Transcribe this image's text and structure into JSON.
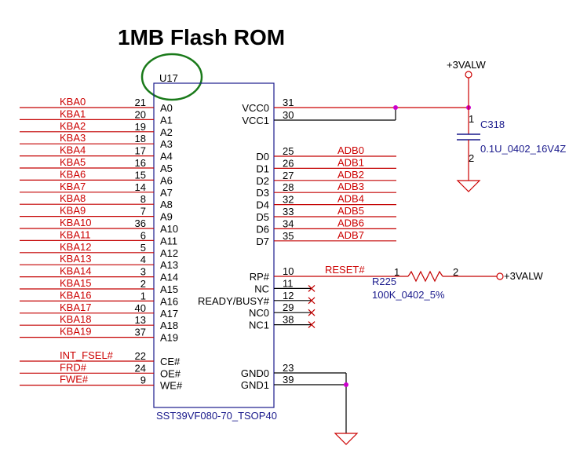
{
  "title": "1MB Flash ROM",
  "chip": {
    "ref": "U17",
    "part": "SST39VF080-70_TSOP40",
    "left_pins": [
      {
        "num": "21",
        "name": "A0",
        "net": "KBA0"
      },
      {
        "num": "20",
        "name": "A1",
        "net": "KBA1"
      },
      {
        "num": "19",
        "name": "A2",
        "net": "KBA2"
      },
      {
        "num": "18",
        "name": "A3",
        "net": "KBA3"
      },
      {
        "num": "17",
        "name": "A4",
        "net": "KBA4"
      },
      {
        "num": "16",
        "name": "A5",
        "net": "KBA5"
      },
      {
        "num": "15",
        "name": "A6",
        "net": "KBA6"
      },
      {
        "num": "14",
        "name": "A7",
        "net": "KBA7"
      },
      {
        "num": "8",
        "name": "A8",
        "net": "KBA8"
      },
      {
        "num": "7",
        "name": "A9",
        "net": "KBA9"
      },
      {
        "num": "36",
        "name": "A10",
        "net": "KBA10"
      },
      {
        "num": "6",
        "name": "A11",
        "net": "KBA11"
      },
      {
        "num": "5",
        "name": "A12",
        "net": "KBA12"
      },
      {
        "num": "4",
        "name": "A13",
        "net": "KBA13"
      },
      {
        "num": "3",
        "name": "A14",
        "net": "KBA14"
      },
      {
        "num": "2",
        "name": "A15",
        "net": "KBA15"
      },
      {
        "num": "1",
        "name": "A16",
        "net": "KBA16"
      },
      {
        "num": "40",
        "name": "A17",
        "net": "KBA17"
      },
      {
        "num": "13",
        "name": "A18",
        "net": "KBA18"
      },
      {
        "num": "37",
        "name": "A19",
        "net": "KBA19"
      }
    ],
    "control_pins": [
      {
        "num": "22",
        "name": "CE#",
        "net": "INT_FSEL#"
      },
      {
        "num": "24",
        "name": "OE#",
        "net": "FRD#"
      },
      {
        "num": "9",
        "name": "WE#",
        "net": "FWE#"
      }
    ],
    "power_pins": [
      {
        "num": "31",
        "name": "VCC0"
      },
      {
        "num": "30",
        "name": "VCC1"
      }
    ],
    "data_pins": [
      {
        "num": "25",
        "name": "D0",
        "net": "ADB0"
      },
      {
        "num": "26",
        "name": "D1",
        "net": "ADB1"
      },
      {
        "num": "27",
        "name": "D2",
        "net": "ADB2"
      },
      {
        "num": "28",
        "name": "D3",
        "net": "ADB3"
      },
      {
        "num": "32",
        "name": "D4",
        "net": "ADB4"
      },
      {
        "num": "33",
        "name": "D5",
        "net": "ADB5"
      },
      {
        "num": "34",
        "name": "D6",
        "net": "ADB6"
      },
      {
        "num": "35",
        "name": "D7",
        "net": "ADB7"
      }
    ],
    "misc_pins": [
      {
        "num": "10",
        "name": "RP#",
        "net": "RESET#"
      },
      {
        "num": "11",
        "name": "NC"
      },
      {
        "num": "12",
        "name": "READY/BUSY#"
      },
      {
        "num": "29",
        "name": "NC0"
      },
      {
        "num": "38",
        "name": "NC1"
      }
    ],
    "gnd_pins": [
      {
        "num": "23",
        "name": "GND0"
      },
      {
        "num": "39",
        "name": "GND1"
      }
    ]
  },
  "power_net": "+3VALW",
  "capacitor": {
    "ref": "C318",
    "value": "0.1U_0402_16V4Z",
    "pin1": "1",
    "pin2": "2"
  },
  "resistor": {
    "ref": "R225",
    "value": "100K_0402_5%",
    "pin1": "1",
    "pin2": "2",
    "net": "+3VALW"
  },
  "colors": {
    "net_label": "#cc0000",
    "junction": "#cc00cc",
    "highlight_circle": "#1a7a1a",
    "wire": "#c40000"
  }
}
